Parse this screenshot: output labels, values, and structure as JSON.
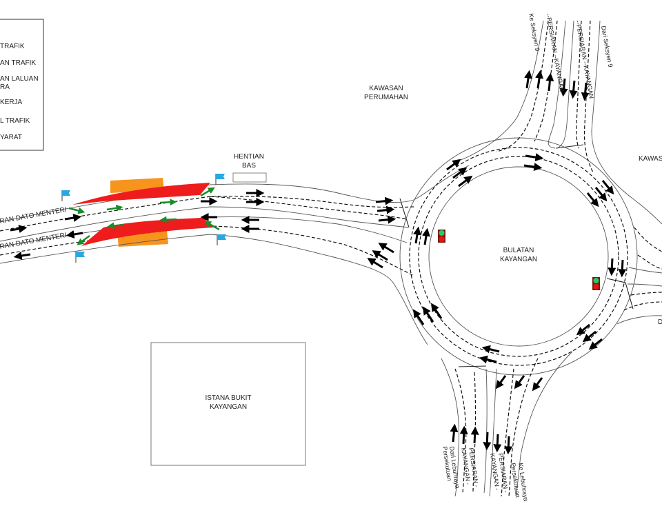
{
  "legend": {
    "items": [
      {
        "label": "TRAFIK"
      },
      {
        "label": "AN TRAFIK"
      },
      {
        "label": "AN LALUAN"
      },
      {
        "label": "RA"
      },
      {
        "label": "KERJA"
      },
      {
        "label": "L TRAFIK"
      },
      {
        "label": "YARAT"
      }
    ]
  },
  "labels": {
    "kawasan_perumahan_1": "KAWASAN",
    "kawasan_perumahan_2": "PERUMAHAN",
    "kawasan_east": "KAWAS",
    "hentian_bas_1": "HENTIAN",
    "hentian_bas_2": "BAS",
    "bulatan_1": "BULATAN",
    "bulatan_2": "KAYANGAN",
    "istana_1": "ISTANA BUKIT",
    "istana_2": "KAYANGAN",
    "road_west_upper": "RAN DATO MENTERI",
    "road_west_lower": "RAN DATO MENTERI",
    "north_ke": "Ke Seksyen 9",
    "north_dari": "Dari Seksyen 9",
    "north_road_a": "--PERSIARAN --KAYANGAN",
    "north_road_b": "--PERSIARAN --KAYANGAN",
    "south_dari_1": "Dari Lebuhraya",
    "south_dari_2": "Persekutuan",
    "south_ke_1": "Ke Lebuhraya",
    "south_ke_2": "Persekutuan",
    "south_road_a1": "PERSIARAN -",
    "south_road_a2": "KAYANGAN -",
    "south_road_b1": "PERSIARAN -",
    "south_road_b2": "KAYANGAN -",
    "east_partial": "D"
  },
  "colors": {
    "closure_red": "#ee1c1c",
    "work_zone_orange": "#f7941d",
    "diversion_green": "#1a8c2a",
    "flag_blue": "#29a8e0",
    "signal_green": "#22cc66",
    "signal_red": "#ee1111",
    "arrow_black": "#000000"
  }
}
